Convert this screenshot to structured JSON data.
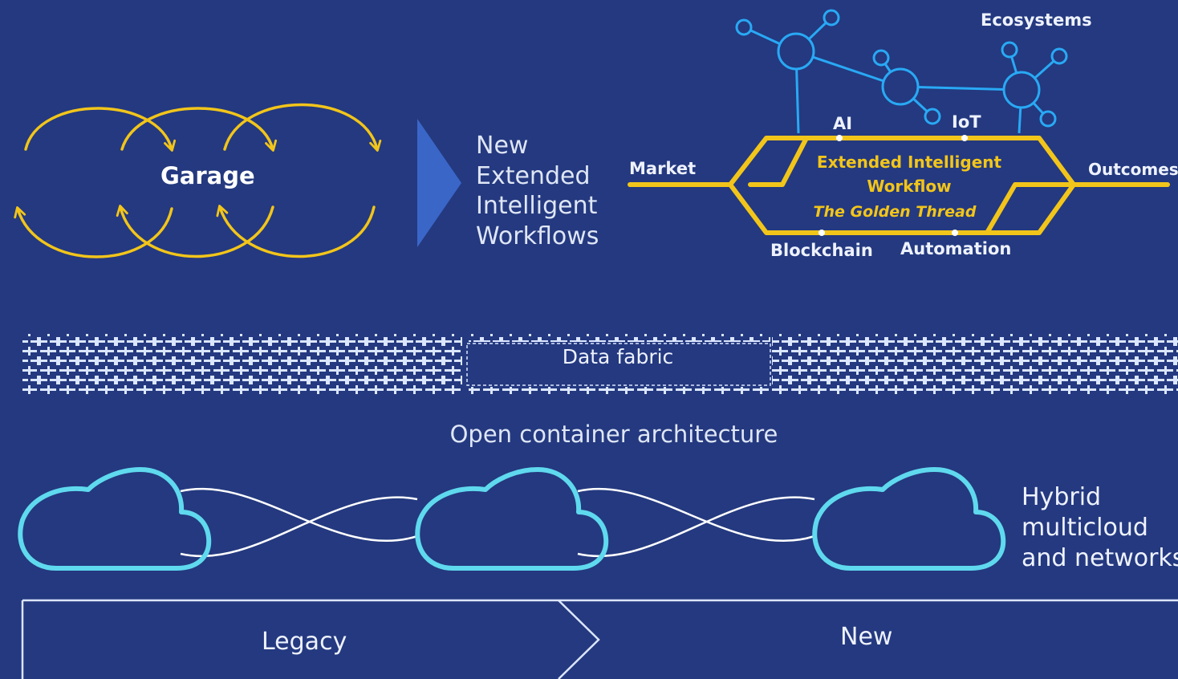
{
  "colors": {
    "background": "#24397f",
    "gold": "#f2c51a",
    "network": "#29a9f5",
    "cloud": "#5fd9ee",
    "fabric": "#dbe6ff",
    "chevron": "#3a66c8"
  },
  "garage": {
    "label": "Garage"
  },
  "workflow_heading": {
    "line1": "New",
    "line2": "Extended",
    "line3": "Intelligent",
    "line4": "Workflows"
  },
  "metro": {
    "ecosystems": "Ecosystems",
    "ai": "AI",
    "iot": "IoT",
    "market": "Market",
    "outcomes": "Outcomes",
    "center_line1": "Extended Intelligent",
    "center_line2": "Workflow",
    "golden_thread": "The Golden Thread",
    "blockchain": "Blockchain",
    "automation": "Automation"
  },
  "data_fabric": {
    "label": "Data fabric"
  },
  "architecture": {
    "label": "Open container architecture"
  },
  "cloud_section": {
    "line1": "Hybrid",
    "line2": "multicloud",
    "line3": "and networks"
  },
  "timeline": {
    "legacy": "Legacy",
    "new": "New"
  }
}
